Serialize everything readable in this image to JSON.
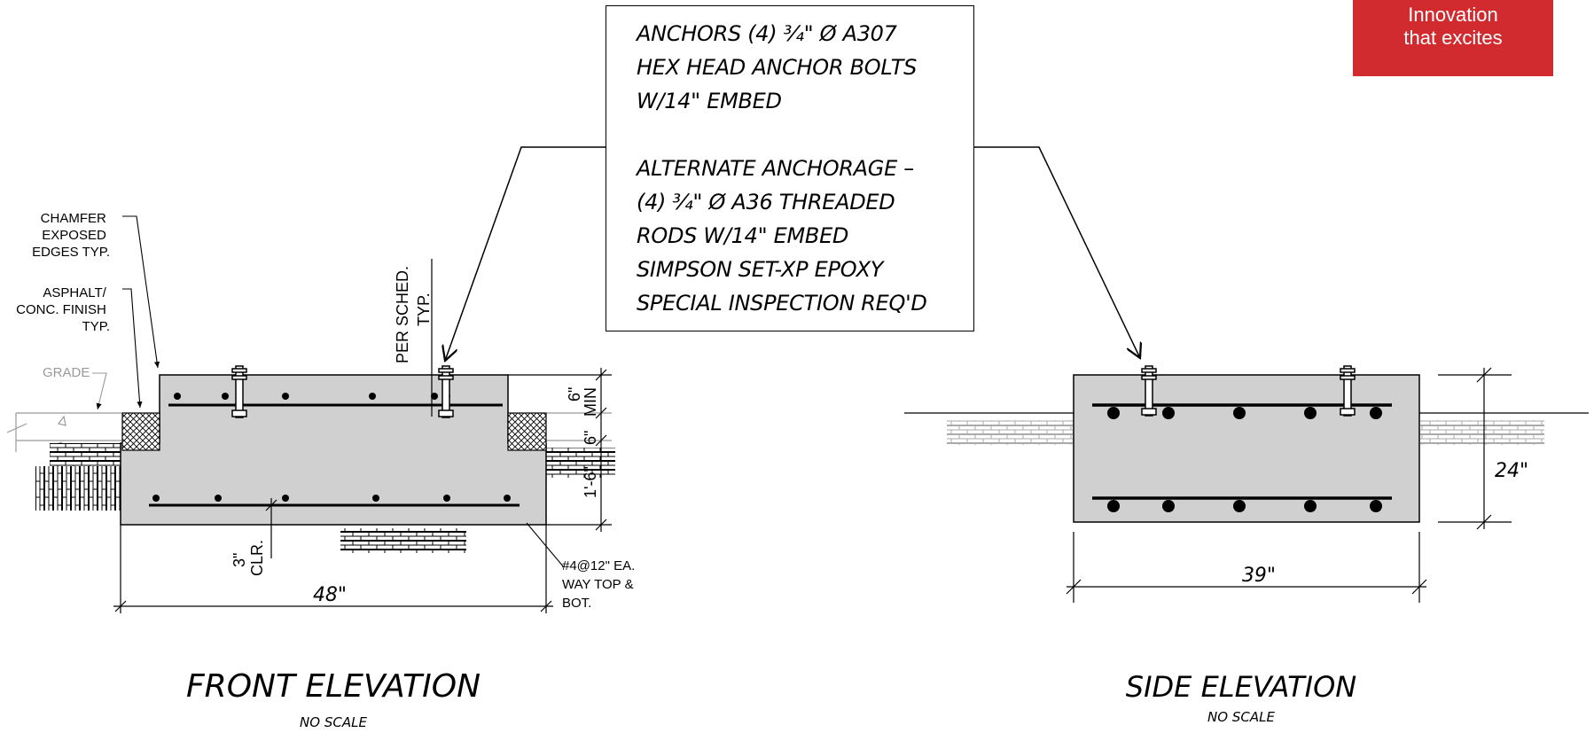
{
  "logo": {
    "line1": "Innovation",
    "line2": "that excites",
    "color": "#d12a2f"
  },
  "callout": {
    "lines": [
      "ANCHORS (4) ¾\" Ø A307",
      "HEX HEAD ANCHOR BOLTS",
      "W/14\" EMBED",
      "",
      "ALTERNATE ANCHORAGE –",
      "(4) ¾\" Ø A36 THREADED",
      "RODS W/14\" EMBED",
      "SIMPSON SET-XP EPOXY",
      "SPECIAL INSPECTION REQ'D"
    ]
  },
  "front": {
    "labels": {
      "chamfer": [
        "CHAMFER",
        "EXPOSED",
        "EDGES TYP."
      ],
      "asphalt": [
        "ASPHALT/",
        "CONC. FINISH",
        "TYP."
      ],
      "grade": "GRADE",
      "per_sched": "PER SCHED.",
      "typ": "TYP.",
      "dim_6a": "6\"",
      "dim_min": "MIN",
      "dim_6b": "6\"",
      "dim_1_6": "1'-6\"",
      "clr_3": "3\"",
      "clr": "CLR.",
      "rebar": [
        "#4@12\" EA.",
        "WAY TOP &",
        "BOT."
      ],
      "width": "48\""
    },
    "title": "FRONT ELEVATION",
    "subtitle": "NO SCALE"
  },
  "side": {
    "labels": {
      "height": "24\"",
      "width": "39\""
    },
    "title": "SIDE ELEVATION",
    "subtitle": "NO SCALE"
  },
  "colors": {
    "concrete": "#d0d0d0",
    "line": "#000000",
    "grade_hatch": "#999999"
  }
}
